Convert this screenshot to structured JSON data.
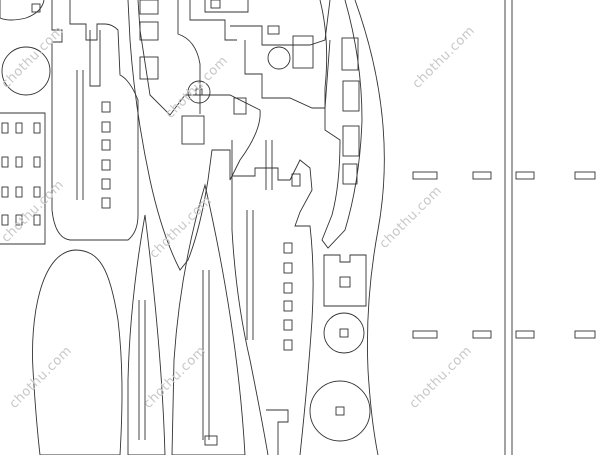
{
  "watermark": {
    "text": "chothu.com",
    "color": "#c8c8c8"
  },
  "sheet": {
    "background": "#ffffff",
    "line_color": "#333333",
    "description_parts": [
      "wing-spar-sheet",
      "fuselage-pieces",
      "wheel-discs",
      "canopy-oval"
    ]
  }
}
